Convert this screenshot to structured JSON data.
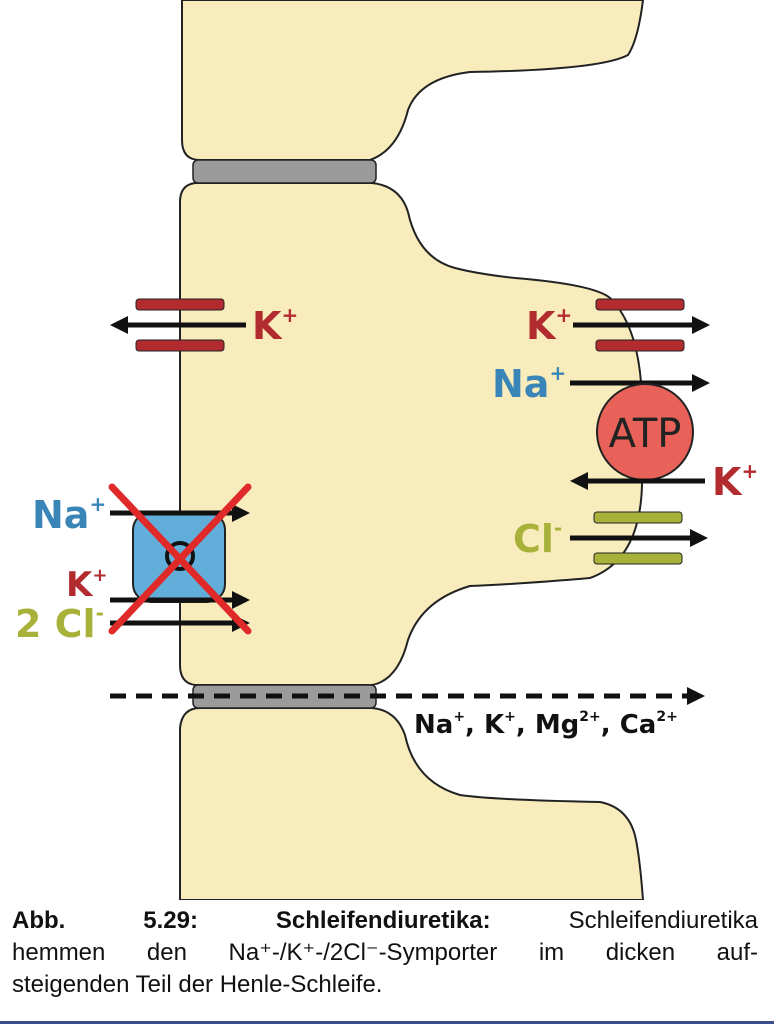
{
  "colors": {
    "cell": "#f8ecbd",
    "cell_stroke": "#222222",
    "junction": "#9b9b9b",
    "potassium": "#b22b2f",
    "sodium": "#3a85b8",
    "chloride": "#a8b23a",
    "atp_pump": "#e8625a",
    "symporter": "#62aedb",
    "inhibition": "#e02a2a"
  },
  "labels": {
    "apical_k": "K",
    "apical_k_sup": "+",
    "sym_na": "Na",
    "sym_na_sup": "+",
    "sym_k": "K",
    "sym_k_sup": "+",
    "sym_cl": "2 Cl",
    "sym_cl_sup": "-",
    "baso_k_out": "K",
    "baso_k_out_sup": "+",
    "baso_na": "Na",
    "baso_na_sup": "+",
    "atp": "ATP",
    "baso_k_in": "K",
    "baso_k_in_sup": "+",
    "baso_cl": "Cl",
    "baso_cl_sup": "-",
    "para_na": "Na",
    "para_k": "K",
    "para_mg": "Mg",
    "para_mg_sup": "2+",
    "para_ca": "Ca",
    "para_ca_sup": "2+",
    "para_sep": ", ",
    "para_plus": "+"
  },
  "caption": {
    "fig_label": "Abb. 5.29:",
    "fig_title": "Schleifendiuretika:",
    "line1_rest": "Schleifendiuretika",
    "line2": "hemmen den Na⁺-/K⁺-/2Cl⁻-Symporter im dicken auf-",
    "line3": "steigenden Teil der Henle-Schleife."
  }
}
